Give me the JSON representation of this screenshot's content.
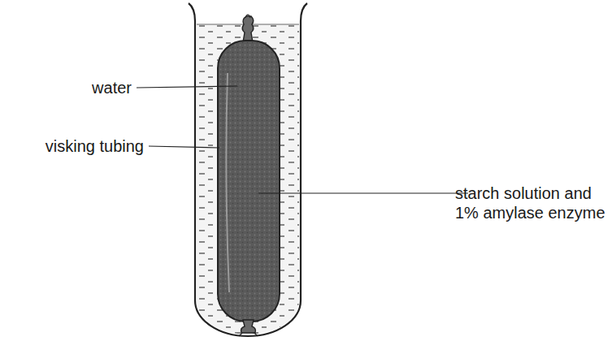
{
  "diagram": {
    "labels": [
      "water",
      "visking tubing",
      "starch solution and 1% amylase enzyme"
    ]
  }
}
